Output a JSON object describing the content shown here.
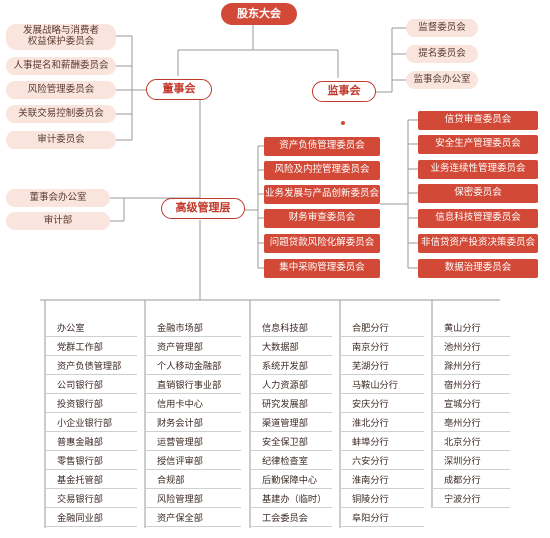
{
  "nodes": {
    "shareholders": "股东大会",
    "board": "董事会",
    "supervisors": "监事会",
    "senior_management": "高级管理层"
  },
  "board_committees": [
    "发展战略与消费者\n权益保护委员会",
    "人事提名和薪酬委员会",
    "风险管理委员会",
    "关联交易控制委员会",
    "审计委员会"
  ],
  "board_units": [
    "董事会办公室",
    "审计部"
  ],
  "supervisor_units": [
    "监督委员会",
    "提名委员会",
    "监事会办公室"
  ],
  "mgmt_committees_left": [
    "资产负债管理委员会",
    "风险及内控管理委员会",
    "业务发展与产品创新委员会",
    "财务审查委员会",
    "问题贷款风险化解委员会",
    "集中采购管理委员会"
  ],
  "mgmt_committees_right": [
    "信贷审查委员会",
    "安全生产管理委员会",
    "业务连续性管理委员会",
    "保密委员会",
    "信息科技管理委员会",
    "非信贷资产投资决策委员会",
    "数据治理委员会"
  ],
  "departments": [
    [
      "办公室",
      "党群工作部",
      "资产负债管理部",
      "公司银行部",
      "投资银行部",
      "小企业银行部",
      "普惠金融部",
      "零售银行部",
      "基金托管部",
      "交易银行部",
      "金融同业部"
    ],
    [
      "金融市场部",
      "资产管理部",
      "个人移动金融部",
      "直销银行事业部",
      "信用卡中心",
      "财务会计部",
      "运营管理部",
      "授信评审部",
      "合规部",
      "风险管理部",
      "资产保全部"
    ],
    [
      "信息科技部",
      "大数据部",
      "系统开发部",
      "人力资源部",
      "研究发展部",
      "渠道管理部",
      "安全保卫部",
      "纪律检查室",
      "后勤保障中心",
      "基建办（临时）",
      "工会委员会"
    ],
    [
      "合肥分行",
      "南京分行",
      "芜湖分行",
      "马鞍山分行",
      "安庆分行",
      "淮北分行",
      "蚌埠分行",
      "六安分行",
      "淮南分行",
      "铜陵分行",
      "阜阳分行"
    ],
    [
      "黄山分行",
      "池州分行",
      "滁州分行",
      "宿州分行",
      "宣城分行",
      "亳州分行",
      "北京分行",
      "深圳分行",
      "成都分行",
      "宁波分行"
    ]
  ],
  "colors": {
    "accent": "#d24a37",
    "pill_bg": "#f9e5dd",
    "line": "#9a9a9a"
  }
}
